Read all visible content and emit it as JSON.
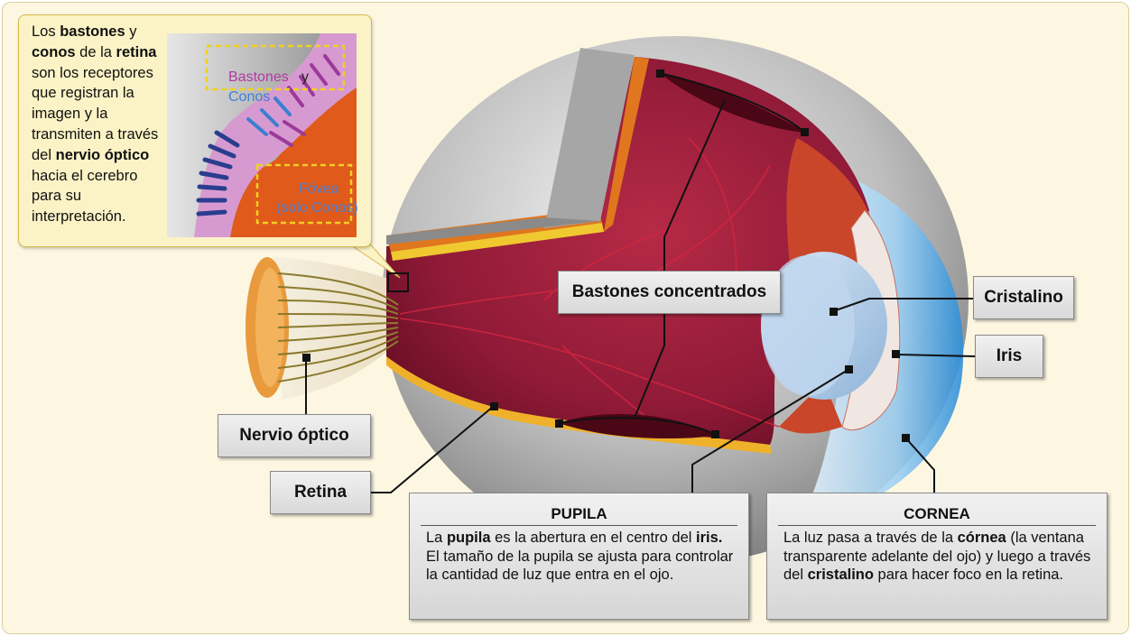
{
  "callout": {
    "text_parts": [
      {
        "t": "Los ",
        "b": false
      },
      {
        "t": "bastones",
        "b": true
      },
      {
        "t": " y ",
        "b": false
      },
      {
        "t": "conos",
        "b": true
      },
      {
        "t": " de la ",
        "b": false
      },
      {
        "t": "retina",
        "b": true
      },
      {
        "t": " son los receptores que registran la imagen y la transmiten a través del ",
        "b": false
      },
      {
        "t": "nervio óptico",
        "b": true
      },
      {
        "t": " hacia el cerebro para su interpretación.",
        "b": false
      }
    ],
    "inset_bastones": "Bastones",
    "inset_y": "y",
    "inset_conos": "Conos",
    "inset_fovea": "Fóvea",
    "inset_solo_conos": "(solo Conos)"
  },
  "labels": {
    "bastones_concentrados": "Bastones concentrados",
    "cristalino": "Cristalino",
    "iris": "Iris",
    "nervio_optico": "Nervio óptico",
    "retina": "Retina"
  },
  "pupila": {
    "title": "PUPILA",
    "body_parts": [
      {
        "t": "La ",
        "b": false
      },
      {
        "t": "pupila",
        "b": true
      },
      {
        "t": " es la abertura en el centro del ",
        "b": false
      },
      {
        "t": "iris.",
        "b": true
      },
      {
        "t": " El tamaño de la pupila se ajusta para controlar la cantidad de luz que entra en el ojo.",
        "b": false
      }
    ]
  },
  "cornea": {
    "title": "CORNEA",
    "body_parts": [
      {
        "t": "La luz pasa a través de la ",
        "b": false
      },
      {
        "t": "córnea",
        "b": true
      },
      {
        "t": " (la ventana transparente adelante del ojo) y luego a través del ",
        "b": false
      },
      {
        "t": "cristalino",
        "b": true
      },
      {
        "t": " para hacer foco en la retina.",
        "b": false
      }
    ]
  },
  "colors": {
    "background": "#fdf7e2",
    "callout_bg": "#fbf3c6",
    "retina": "#8e1838",
    "sclera": "#9a9a9a",
    "choroid": "#e05a1c",
    "lens": "#a8c7e6",
    "cornea": "#5aa9e6"
  }
}
